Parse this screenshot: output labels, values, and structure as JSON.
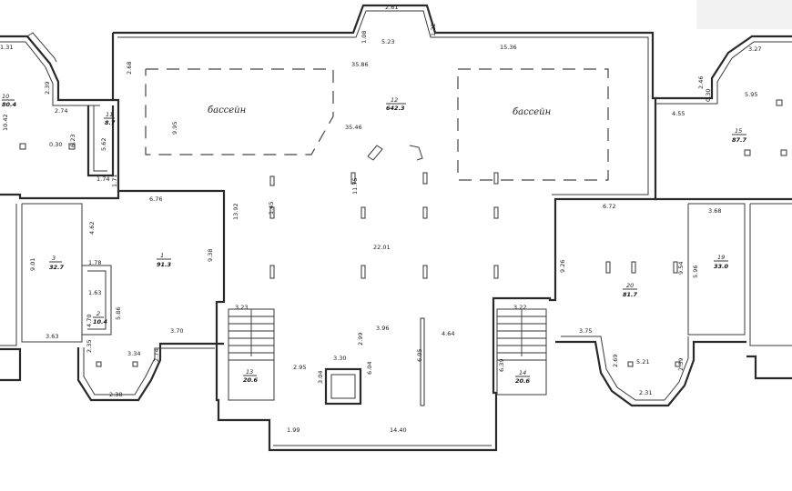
{
  "pool_label": "бассейн",
  "rooms": [
    {
      "id": "room-10",
      "num": "10",
      "area": "80.4"
    },
    {
      "id": "room-11",
      "num": "11",
      "area": "8.7"
    },
    {
      "id": "room-12",
      "num": "12",
      "area": "642.3"
    },
    {
      "id": "room-15",
      "num": "15",
      "area": "87.7"
    },
    {
      "id": "room-3",
      "num": "3",
      "area": "32.7"
    },
    {
      "id": "room-1",
      "num": "1",
      "area": "91.3"
    },
    {
      "id": "room-2",
      "num": "2",
      "area": "10.4"
    },
    {
      "id": "room-13",
      "num": "13",
      "area": "20.6"
    },
    {
      "id": "room-14",
      "num": "14",
      "area": "20.6"
    },
    {
      "id": "room-20",
      "num": "20",
      "area": "81.7"
    },
    {
      "id": "room-19",
      "num": "19",
      "area": "33.0"
    }
  ],
  "dimensions": [
    "2.61",
    "5.23",
    "1.08",
    "1.22",
    "35.86",
    "15.36",
    "2.68",
    "9.95",
    "35.46",
    "11.75",
    "22.01",
    "3.96",
    "2.99",
    "4.64",
    "6.05",
    "6.04",
    "3.04",
    "2.95",
    "3.30",
    "1.99",
    "14.40",
    "3.22",
    "6.39",
    "3.23",
    "1.45",
    "13.92",
    "9.38",
    "6.76",
    "3.70",
    "2.74",
    "3.34",
    "5.86",
    "4.70",
    "2.35",
    "2.38",
    "1.78",
    "1.63",
    "4.62",
    "9.01",
    "3.63",
    "2.39",
    "2.74",
    "6.23",
    "0.30",
    "1.74",
    "1.71",
    "5.62",
    "10.42",
    "1.31",
    "4.55",
    "2.46",
    "0.30",
    "5.95",
    "3.27",
    "9.26",
    "6.72",
    "3.68",
    "9.54",
    "5.96",
    "3.75",
    "2.69",
    "5.21",
    "2.39",
    "2.31"
  ]
}
